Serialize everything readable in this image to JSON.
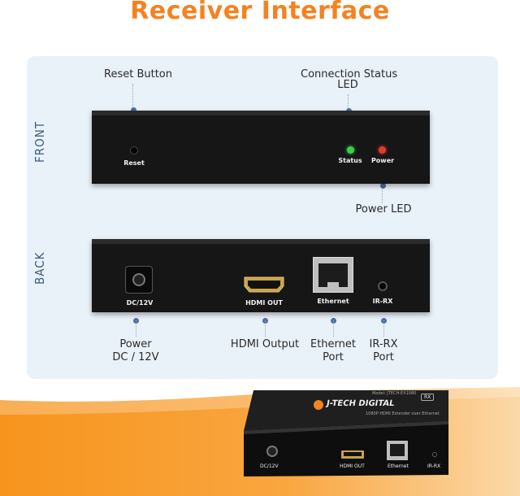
{
  "title": "Receiver Interface",
  "colors": {
    "title": "#f58220",
    "panel": "#eaf2f9",
    "device_body": "#161616",
    "status_led": "#3ecf4a",
    "power_led": "#e23b2e",
    "leader_dot": "#4a6fa5",
    "orange": "#f7941d"
  },
  "front": {
    "side_label": "FRONT",
    "device_labels": {
      "reset": "Reset",
      "status": "Status",
      "power": "Power"
    },
    "callouts": {
      "reset_button": "Reset Button",
      "connection_status_line1": "Connection Status",
      "connection_status_line2": "LED",
      "power_led": "Power LED"
    }
  },
  "back": {
    "side_label": "BACK",
    "device_labels": {
      "dc": "DC/12V",
      "hdmi_out": "HDMI OUT",
      "ethernet": "Ethernet",
      "ir_rx": "IR-RX"
    },
    "callouts": {
      "power_line1": "Power",
      "power_line2": "DC / 12V",
      "hdmi_output": "HDMI Output",
      "ethernet_line1": "Ethernet",
      "ethernet_line2": "Port",
      "ir_rx_line1": "IR-RX",
      "ir_rx_line2": "Port"
    }
  },
  "product": {
    "brand": "J-TECH DIGITAL",
    "badge": "RX",
    "model": "Model: JTECH-EX1080",
    "tagline": "1080P HDMI Extender over Ethernet",
    "labels": {
      "dc": "DC/12V",
      "hdmi_out": "HDMI OUT",
      "ethernet": "Ethernet",
      "ir_rx": "IR-RX"
    }
  }
}
